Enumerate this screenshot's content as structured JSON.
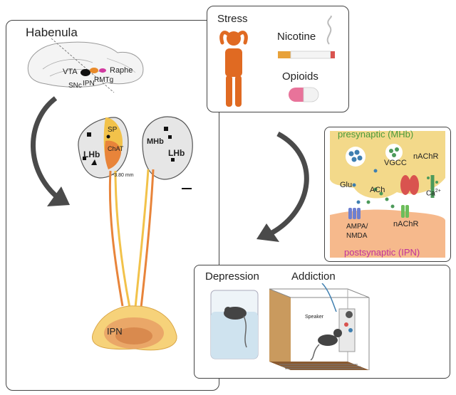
{
  "habenula_panel": {
    "title": "Habenula",
    "brain_labels": {
      "vta": "VTA",
      "snc": "SNc",
      "ipn": "IPN",
      "rmtg": "RMTg",
      "raphe": "Raphe"
    },
    "section_labels": {
      "sp": "SP",
      "chat": "ChAT",
      "lhb_left": "LHb",
      "mhb": "MHb",
      "lhb_right": "LHb",
      "coord": "-3.80 mm",
      "ipn": "IPN"
    }
  },
  "drivers_panel": {
    "stress": "Stress",
    "nicotine": "Nicotine",
    "opioids": "Opioids"
  },
  "synapse_panel": {
    "presynaptic": "presynaptic (MHb)",
    "vgcc": "VGCC",
    "nachr_top": "nAChR",
    "glu": "Glu",
    "ach": "ACh",
    "ca": "Ca",
    "ca_charge": "2+",
    "ampa": "AMPA/",
    "nmda": "NMDA",
    "nachr_bottom": "nAChR",
    "postsynaptic": "postsynaptic (IPN)",
    "colors": {
      "pre": "#f3d98a",
      "post": "#f6b98c",
      "pre_text": "#4a9a3a",
      "post_text": "#c0329a"
    }
  },
  "outcomes_panel": {
    "depression": "Depression",
    "addiction": "Addiction",
    "speaker": "Speaker"
  }
}
